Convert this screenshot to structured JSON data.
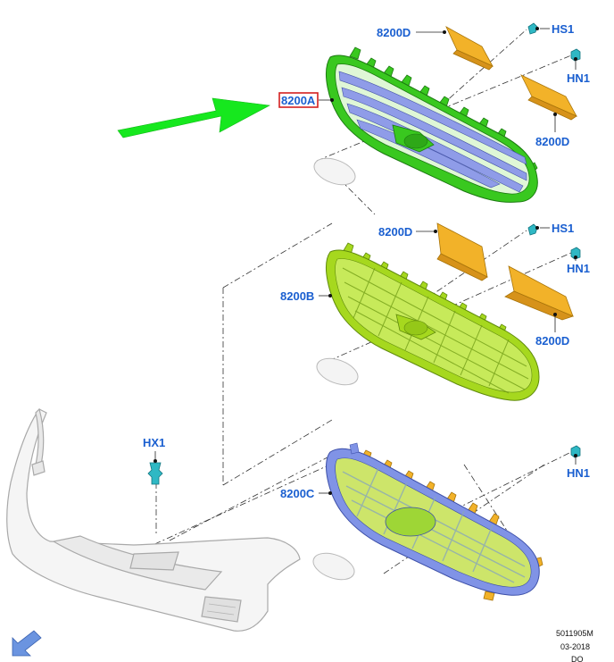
{
  "callouts": {
    "grille_a": "8200A",
    "grille_b": "8200B",
    "grille_c": "8200C",
    "bracket_a_upper": "8200D",
    "bracket_a_lower": "8200D",
    "bracket_b_upper": "8200D",
    "bracket_b_lower": "8200D",
    "screw_a": "HS1",
    "clip_a": "HN1",
    "screw_b": "HS1",
    "clip_b": "HN1",
    "clip_c": "HN1",
    "pin_bumper": "HX1"
  },
  "footer": {
    "drawing_id": "5011905M",
    "date": "03-2018",
    "code": "DO"
  },
  "colors": {
    "callout_text": "#1a5fd0",
    "highlight_box": "#d42020",
    "grille_a_frame": "#39c81f",
    "grille_a_bars": "#8f9ce8",
    "grille_b_mesh": "#a6d81e",
    "grille_c_frame": "#8093e6",
    "bracket": "#f2b229",
    "fastener": "#2fb8c4",
    "arrow_green": "#16e81e",
    "arrow_blue": "#6b94e0"
  },
  "icons": [
    "arrow-right-green-icon",
    "arrow-back-blue-icon"
  ]
}
